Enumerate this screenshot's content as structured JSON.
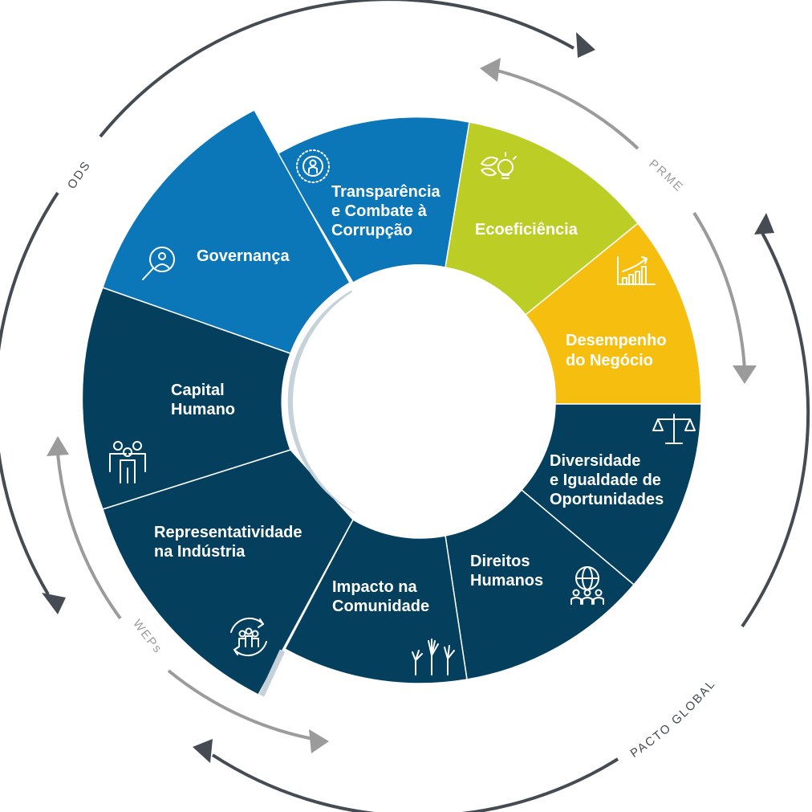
{
  "colors": {
    "blue": "#0b76b8",
    "green": "#bccd25",
    "yellow": "#f6bf10",
    "navy": "#04405e",
    "dark_arrow": "#444b52",
    "gray_arrow": "#9b9b9b",
    "inner_arc": "#c5d2da"
  },
  "segments": [
    {
      "id": "governanca",
      "label_lines": [
        "Governança"
      ],
      "icon": "magnifier-person-icon",
      "color": "#0b76b8"
    },
    {
      "id": "transparencia",
      "label_lines": [
        "Transparência",
        "e Combate à",
        "Corrupção"
      ],
      "icon": "target-person-icon",
      "color": "#0b76b8"
    },
    {
      "id": "ecoeficiencia",
      "label_lines": [
        "Ecoeficiência"
      ],
      "icon": "leaf-bulb-icon",
      "color": "#bccd25"
    },
    {
      "id": "desempenho",
      "label_lines": [
        "Desempenho",
        "do Negócio"
      ],
      "icon": "growth-chart-icon",
      "color": "#f6bf10"
    },
    {
      "id": "diversidade",
      "label_lines": [
        "Diversidade",
        "e Igualdade de",
        "Oportunidades"
      ],
      "icon": "scales-icon",
      "color": "#04405e"
    },
    {
      "id": "direitos",
      "label_lines": [
        "Direitos",
        "Humanos"
      ],
      "icon": "globe-people-icon",
      "color": "#04405e"
    },
    {
      "id": "impacto",
      "label_lines": [
        "Impacto na",
        "Comunidade"
      ],
      "icon": "raised-hands-icon",
      "color": "#04405e"
    },
    {
      "id": "representatividade",
      "label_lines": [
        "Representatividade",
        "na Indústria"
      ],
      "icon": "people-cycle-icon",
      "color": "#04405e"
    },
    {
      "id": "capital",
      "label_lines": [
        "Capital",
        "Humano"
      ],
      "icon": "team-icon",
      "color": "#04405e"
    }
  ],
  "outer_ring": {
    "ods": "ODS",
    "prme": "PRME",
    "weps": "WEPs",
    "pacto_global": "PACTO GLOBAL"
  }
}
